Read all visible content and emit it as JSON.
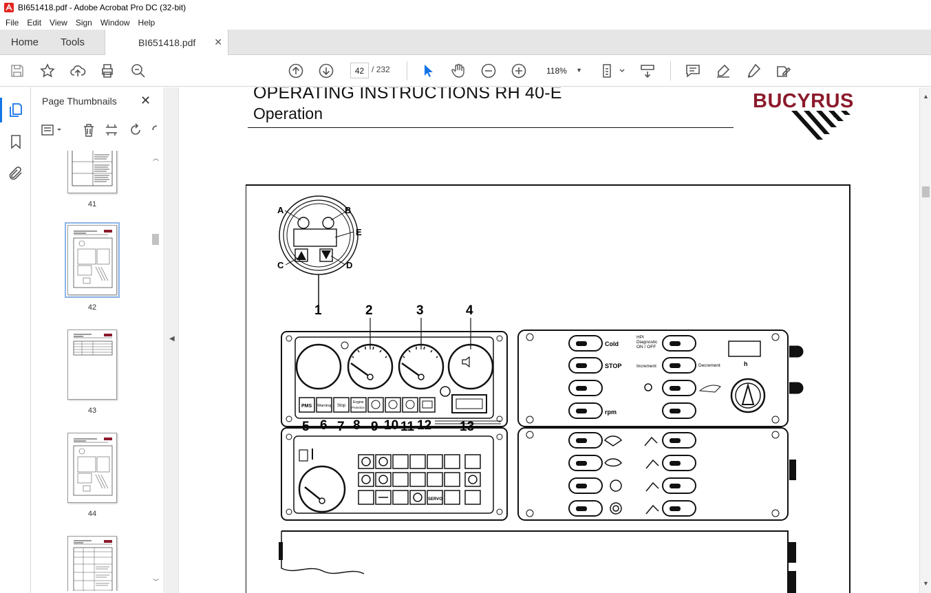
{
  "window": {
    "title": "BI651418.pdf - Adobe Acrobat Pro DC (32-bit)"
  },
  "menu": {
    "file": "File",
    "edit": "Edit",
    "view": "View",
    "sign": "Sign",
    "window": "Window",
    "help": "Help"
  },
  "tabs": {
    "home": "Home",
    "tools": "Tools",
    "document": "BI651418.pdf",
    "close": "✕"
  },
  "toolbar": {
    "current_page": "42",
    "page_separator": "/",
    "total_pages": "232",
    "zoom": "118%"
  },
  "panel": {
    "title": "Page Thumbnails",
    "close": "✕",
    "thumbnails": [
      {
        "label": "41",
        "selected": false
      },
      {
        "label": "42",
        "selected": true
      },
      {
        "label": "43",
        "selected": false
      },
      {
        "label": "44",
        "selected": false
      },
      {
        "label": "",
        "selected": false
      }
    ]
  },
  "document": {
    "title": "OPERATING INSTRUCTIONS RH 40-E",
    "subtitle": "Operation",
    "brand": "BUCYRUS",
    "brand_mark": "®",
    "figure": {
      "gauge_letters": {
        "a": "A",
        "b": "B",
        "c": "C",
        "d": "D",
        "e": "E"
      },
      "callouts": {
        "n1": "1",
        "n2": "2",
        "n3": "3",
        "n4": "4",
        "n5": "5",
        "n6": "6",
        "n7": "7",
        "n8": "8",
        "n9": "9",
        "n10": "10",
        "n11": "11",
        "n12": "12",
        "n13": "13"
      },
      "indicator_labels": {
        "pms": "PMS",
        "warning": "Warning",
        "stop": "Stop",
        "engine": "Engine",
        "protection": "Protection"
      },
      "switch_labels": {
        "cold": "Cold",
        "stop": "STOP",
        "rpm": "rpm",
        "hpi": "HPI",
        "diagnostic": "Diagnostic",
        "on_off": "ON / OFF",
        "increment": "Increment",
        "decrement": "Decrement",
        "hour_unit": "h",
        "servo": "SERVO"
      }
    }
  },
  "colors": {
    "brand": "#8b1a2b",
    "selection": "#8ab4e8",
    "accent": "#1473e6"
  }
}
